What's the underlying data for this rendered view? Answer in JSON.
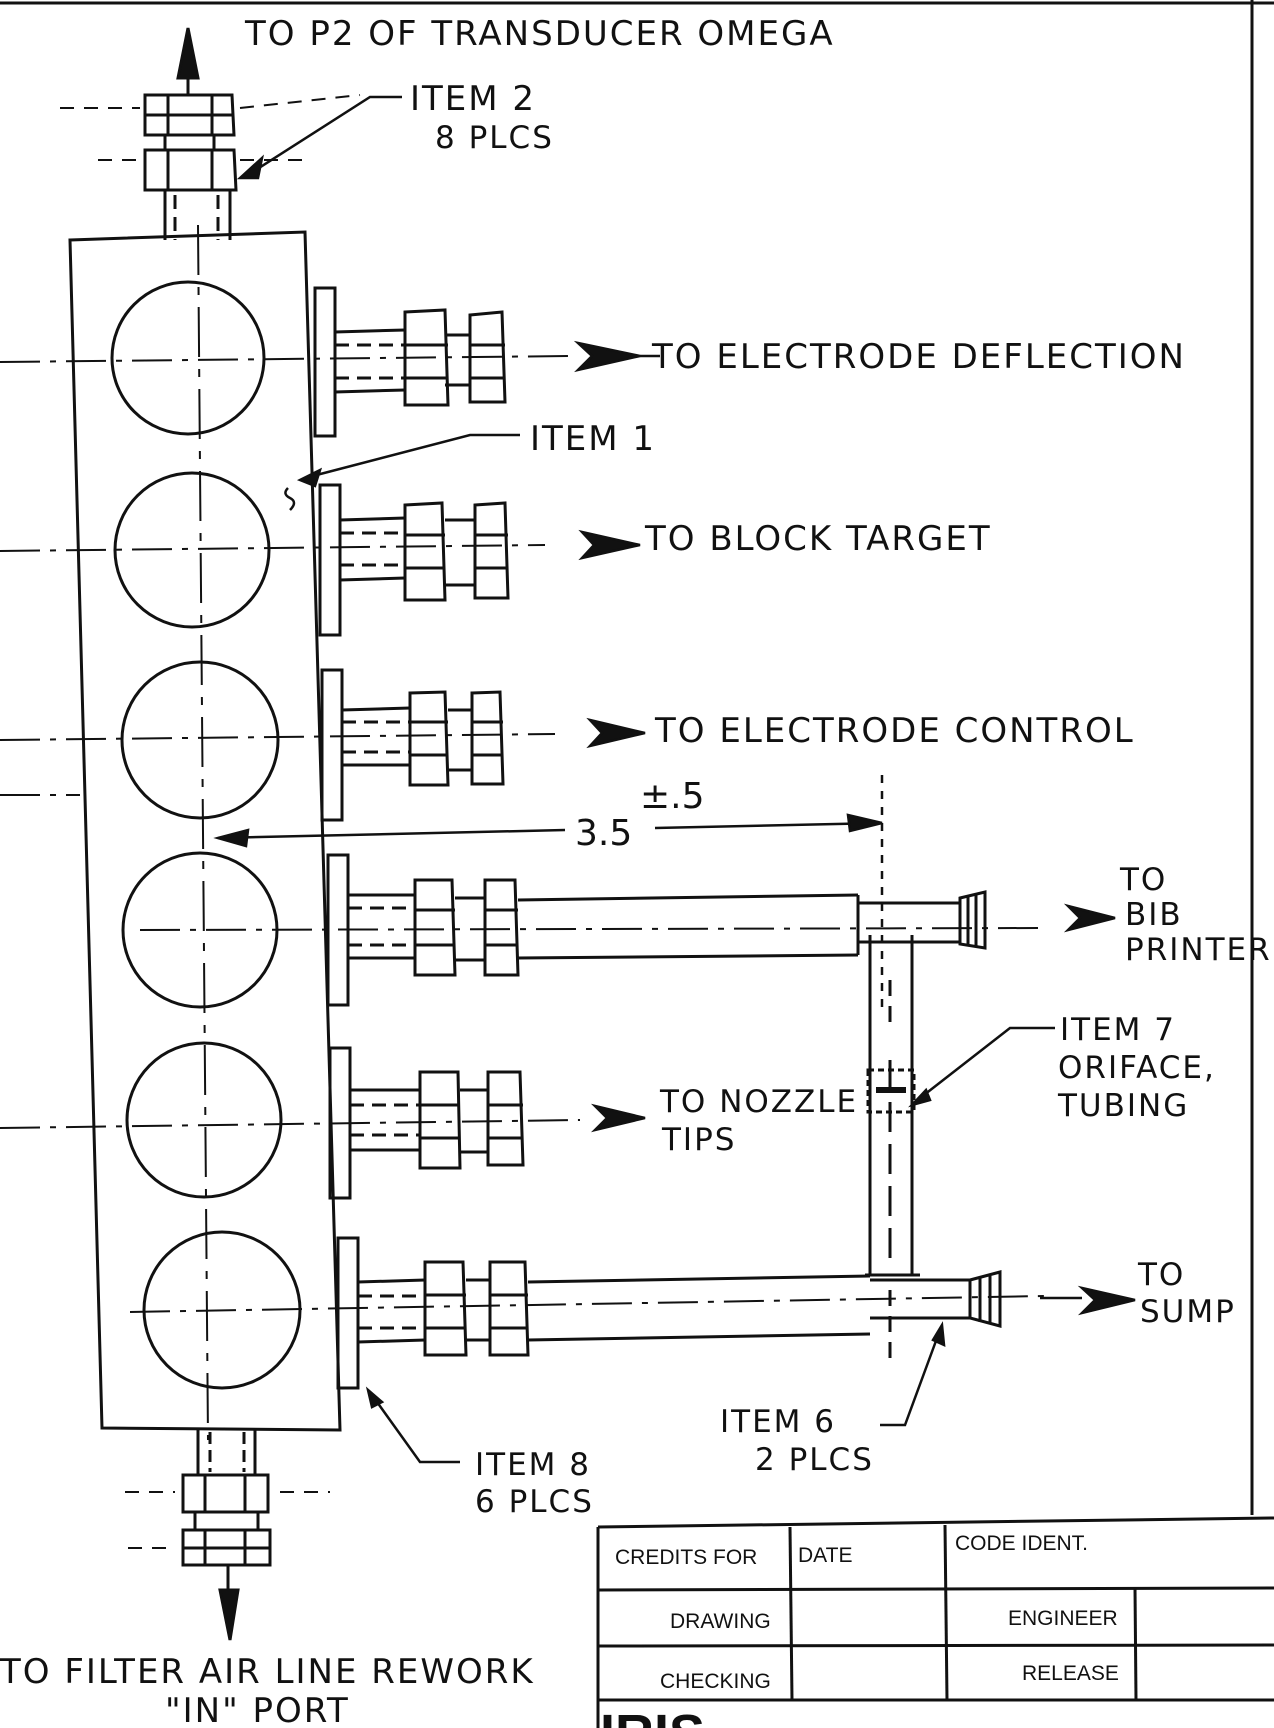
{
  "drawing": {
    "top_port": "TO P2 OF TRANSDUCER OMEGA",
    "bottom_port_line1": "TO FILTER AIR LINE REWORK",
    "bottom_port_line2": "\"IN\" PORT",
    "outlets": [
      "TO ELECTRODE DEFLECTION",
      "TO BLOCK TARGET",
      "TO ELECTRODE CONTROL"
    ],
    "bib_printer": [
      "TO",
      "BIB",
      "PRINTER"
    ],
    "nozzle_tips": [
      "TO NOZZLE",
      "TIPS"
    ],
    "sump": [
      "TO",
      "SUMP"
    ],
    "callouts": {
      "item2": [
        "ITEM 2",
        "8 PLCS"
      ],
      "item1": "ITEM 1",
      "item7": [
        "ITEM 7",
        "ORIFACE,",
        "TUBING"
      ],
      "item6": [
        "ITEM 6",
        "2 PLCS"
      ],
      "item8": [
        "ITEM 8",
        "6 PLCS"
      ]
    },
    "dimension": {
      "value": "3.5",
      "tolerance": "±.5"
    }
  },
  "title_block": {
    "credits_for": "CREDITS FOR",
    "date": "DATE",
    "code_ident": "CODE IDENT.",
    "drawing": "DRAWING",
    "engineer": "ENGINEER",
    "checking": "CHECKING",
    "release": "RELEASE",
    "logo": "IRIS"
  }
}
